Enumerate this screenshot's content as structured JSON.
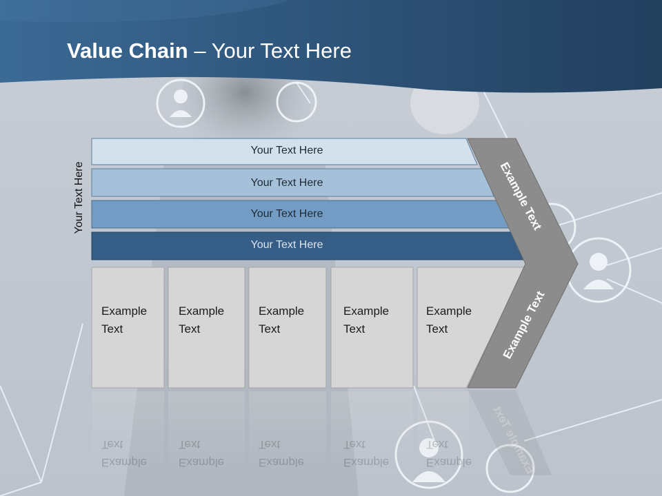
{
  "slide": {
    "title_bold": "Value Chain",
    "title_rest": " – Your Text Here",
    "side_label": "Your Text Here"
  },
  "rows": [
    {
      "label": "Your Text Here",
      "color": "#d3e1ec"
    },
    {
      "label": "Your Text Here",
      "color": "#a5c1d9"
    },
    {
      "label": "Your Text Here",
      "color": "#729cc4"
    },
    {
      "label": "Your Text Here",
      "color": "#355d86"
    }
  ],
  "columns": [
    {
      "line1": "Example",
      "line2": "Text"
    },
    {
      "line1": "Example",
      "line2": "Text"
    },
    {
      "line1": "Example",
      "line2": "Text"
    },
    {
      "line1": "Example",
      "line2": "Text"
    },
    {
      "line1": "Example",
      "line2": "Text"
    }
  ],
  "chevron": {
    "upper_label": "Example Text",
    "lower_label": "Example Text",
    "color": "#8c8c8c"
  },
  "theme": {
    "header_color": "#2c5277",
    "box_color": "#d6d6d6"
  }
}
